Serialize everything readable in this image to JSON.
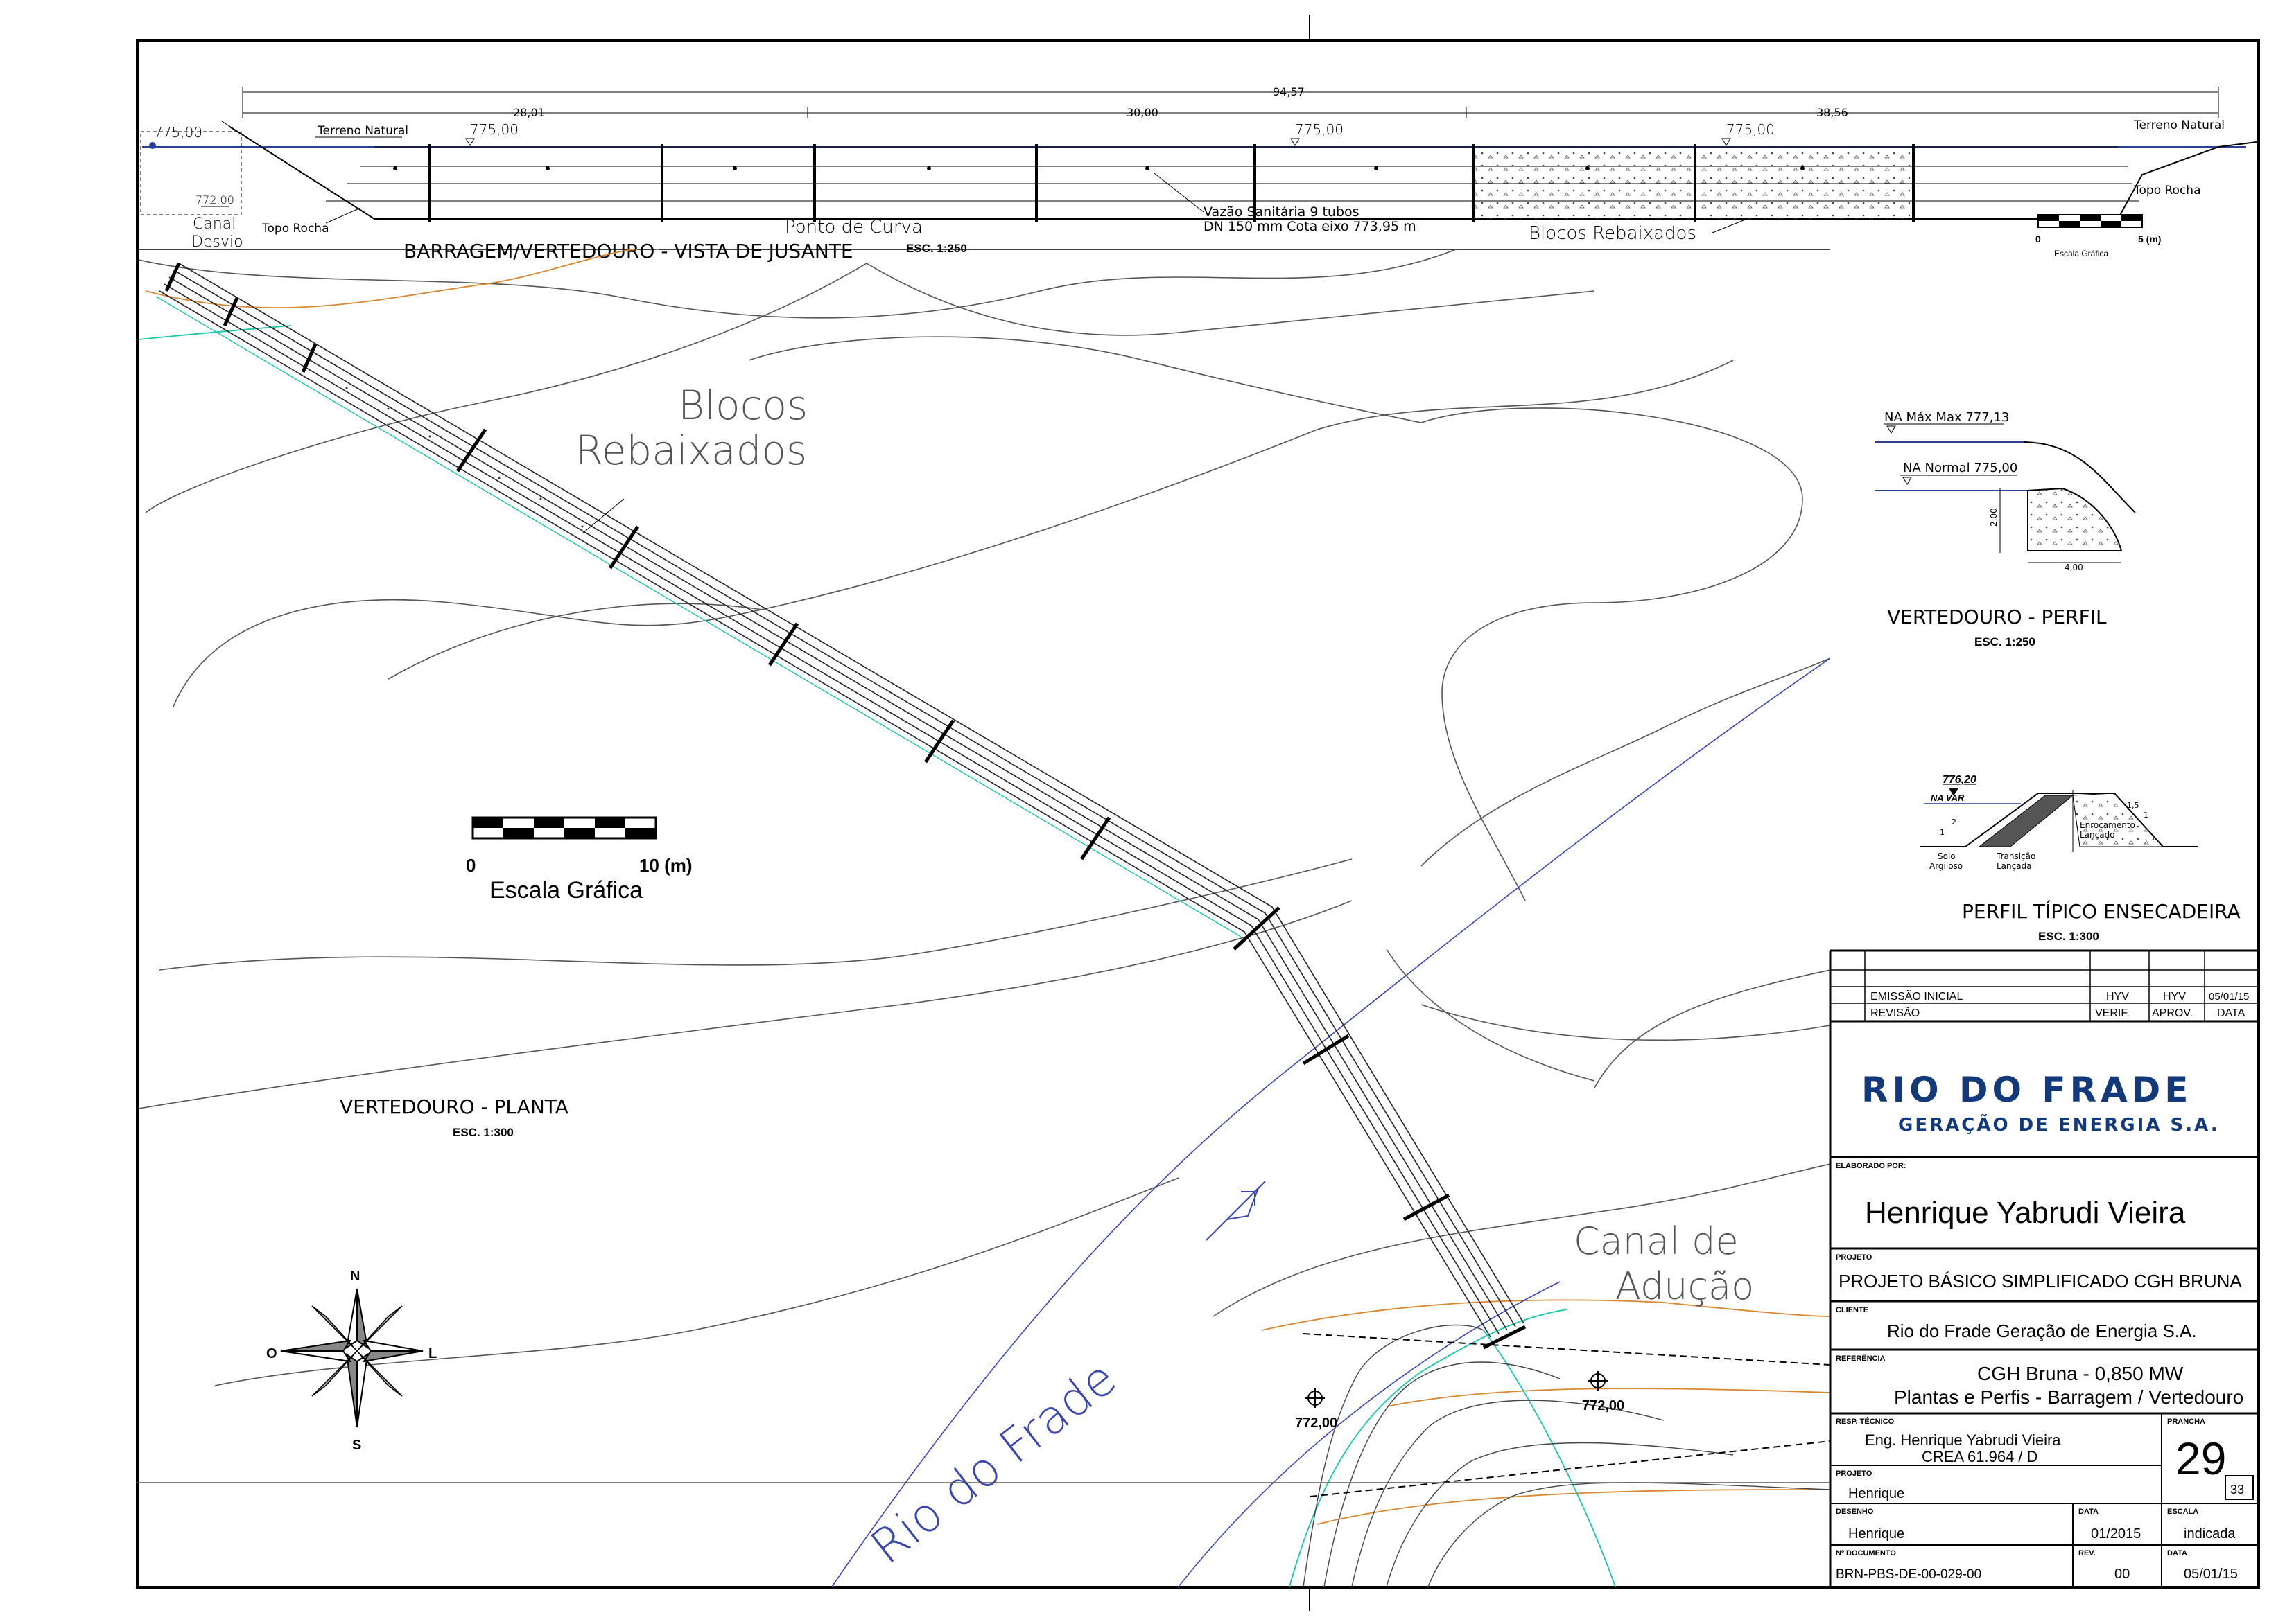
{
  "elevation": {
    "total": "94,57",
    "seg1": "28,01",
    "seg2": "30,00",
    "seg3": "38,56",
    "level_left": "775,00",
    "level_a": "775,00",
    "level_b": "775,00",
    "level_c": "775,00",
    "level_small": "772,00",
    "terreno_left": "Terreno Natural",
    "terreno_right": "Terreno Natural",
    "topo_left": "Topo Rocha",
    "topo_right": "Topo Rocha",
    "canal_1": "Canal",
    "canal_2": "Desvio",
    "ponto_curva": "Ponto de Curva",
    "vazao_1": "Vazão Sanitária 9 tubos",
    "vazao_2": "DN 150 mm   Cota eixo 773,95 m",
    "blocos": "Blocos Rebaixados",
    "title": "BARRAGEM/VERTEDOURO - VISTA DE JUSANTE",
    "scale": "ESC. 1:250",
    "graphic_scale_0": "0",
    "graphic_scale_5": "5 (m)",
    "graphic_scale_label": "Escala Gráfica"
  },
  "plan": {
    "blocos_1": "Blocos",
    "blocos_2": "Rebaixados",
    "scale_0": "0",
    "scale_10": "10 (m)",
    "scale_label": "Escala Gráfica",
    "title": "VERTEDOURO - PLANTA",
    "scale": "ESC. 1:300",
    "river": "Rio do Frade",
    "canal_1": "Canal de",
    "canal_2": "Adução",
    "level_1": "772,00",
    "level_2": "772,00",
    "compass_n": "N",
    "compass_s": "S",
    "compass_l": "L",
    "compass_o": "O"
  },
  "profile": {
    "na_max": "NA Máx Max 777,13",
    "na_normal": "NA Normal 775,00",
    "height": "2,00",
    "width": "4,00",
    "title": "VERTEDOURO - PERFIL",
    "scale": "ESC. 1:250"
  },
  "cofferdam": {
    "level": "776,20",
    "na_var": "NA VAR",
    "slope_1": "1,5",
    "slope_2": "1",
    "slope_3": "2",
    "slope_4": "1",
    "enrocamento_1": "Enrocamento",
    "enrocamento_2": "Lançado",
    "solo_1": "Solo",
    "solo_2": "Argiloso",
    "transicao_1": "Transição",
    "transicao_2": "Lançada",
    "title": "PERFIL TÍPICO ENSECADEIRA",
    "scale": "ESC. 1:300"
  },
  "revisions": {
    "row1_desc": "EMISSÃO INICIAL",
    "row1_verif": "HYV",
    "row1_aprov": "HYV",
    "row1_date": "05/01/15",
    "h_desc": "REVISÃO",
    "h_verif": "VERIF.",
    "h_aprov": "APROV.",
    "h_date": "DATA"
  },
  "brand": {
    "name": "RIO DO FRADE",
    "subtitle": "GERAÇÃO DE ENERGIA S.A."
  },
  "titleblock": {
    "elaborado_label": "ELABORADO POR:",
    "elaborado": "Henrique Yabrudi Vieira",
    "projeto_label": "PROJETO",
    "projeto": "PROJETO BÁSICO SIMPLIFICADO CGH BRUNA",
    "cliente_label": "CLIENTE",
    "cliente": "Rio do Frade Geração de Energia S.A.",
    "referencia_label": "REFERÊNCIA",
    "referencia_1": "CGH Bruna - 0,850 MW",
    "referencia_2": "Plantas e Perfis - Barragem / Vertedouro",
    "resp_label": "RESP. TÉCNICO",
    "resp_1": "Eng. Henrique Yabrudi Vieira",
    "resp_2": "CREA 61.964 / D",
    "prancha_label": "PRANCHA",
    "prancha": "29",
    "total": "33",
    "projeto2_label": "PROJETO",
    "projeto2": "Henrique",
    "desenho_label": "DESENHO",
    "desenho": "Henrique",
    "data_label": "DATA",
    "data": "01/2015",
    "escala_label": "ESCALA",
    "escala": "indicada",
    "doc_label": "Nº DOCUMENTO",
    "doc": "BRN-PBS-DE-00-029-00",
    "rev_label": "REV.",
    "rev": "00",
    "data2_label": "DATA",
    "data2": "05/01/15"
  }
}
